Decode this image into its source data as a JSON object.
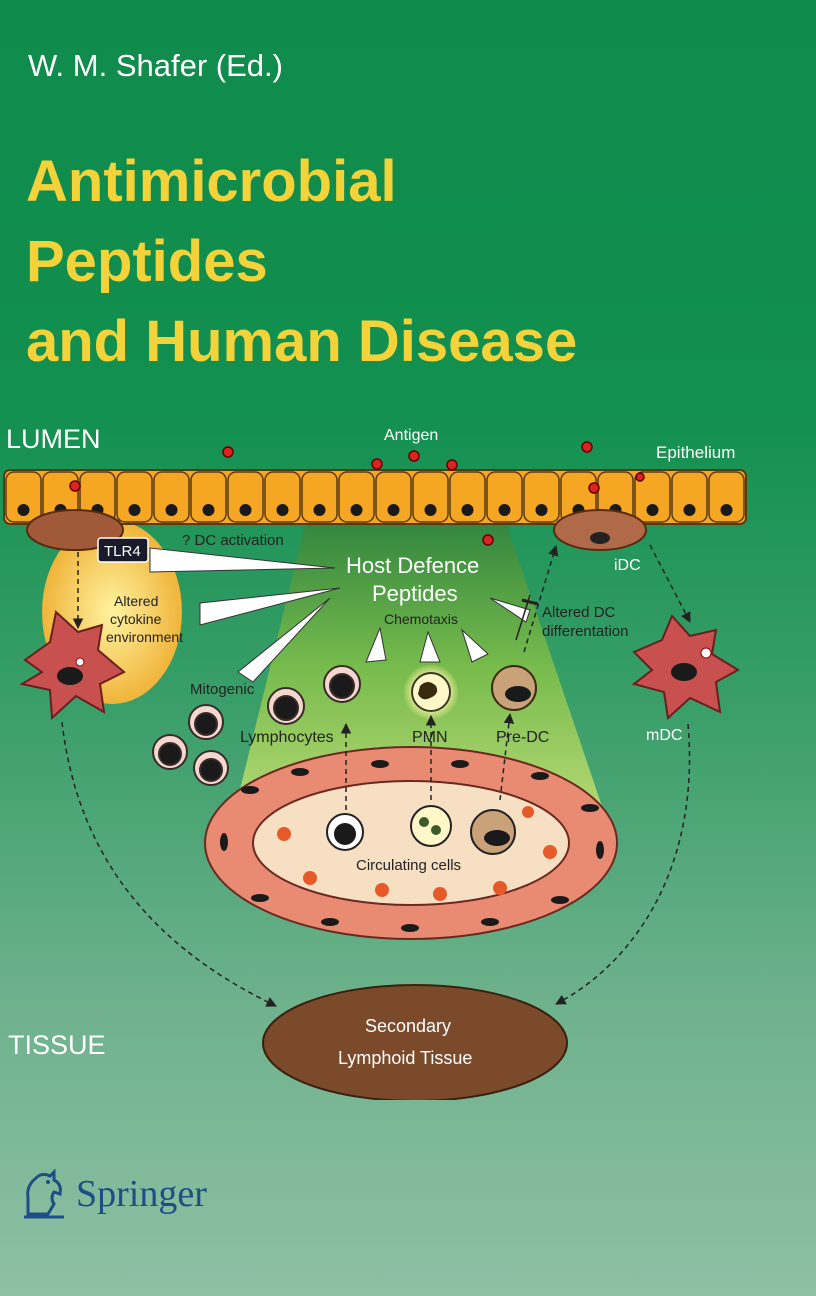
{
  "cover": {
    "author": "W. M. Shafer (Ed.)",
    "title_lines": [
      "Antimicrobial",
      "Peptides",
      "and Human Disease"
    ],
    "publisher": "Springer",
    "colors": {
      "background": "#12904f",
      "title": "#f4d33a",
      "epithelium": "#f5a623",
      "cell": "#c8504f",
      "lymphoid": "#7a4a2a",
      "publisher": "#1d4f86"
    }
  },
  "diagram": {
    "lumen": "LUMEN",
    "tissue": "TISSUE",
    "antigen": "Antigen",
    "epithelium": "Epithelium",
    "tlr4": "TLR4",
    "dc_activation": "? DC activation",
    "hdp_line1": "Host Defence",
    "hdp_line2": "Peptides",
    "chemotaxis": "Chemotaxis",
    "altered_line1": "Altered",
    "altered_line2": "cytokine",
    "altered_line3": "environment",
    "altered_dc_line1": "Altered DC",
    "altered_dc_line2": "differentation",
    "idc": "iDC",
    "mdc": "mDC",
    "mitogenic": "Mitogenic",
    "lymphocytes": "Lymphocytes",
    "pmn": "PMN",
    "predc": "Pre-DC",
    "circulating": "Circulating cells",
    "secondary_line1": "Secondary",
    "secondary_line2": "Lymphoid Tissue"
  }
}
